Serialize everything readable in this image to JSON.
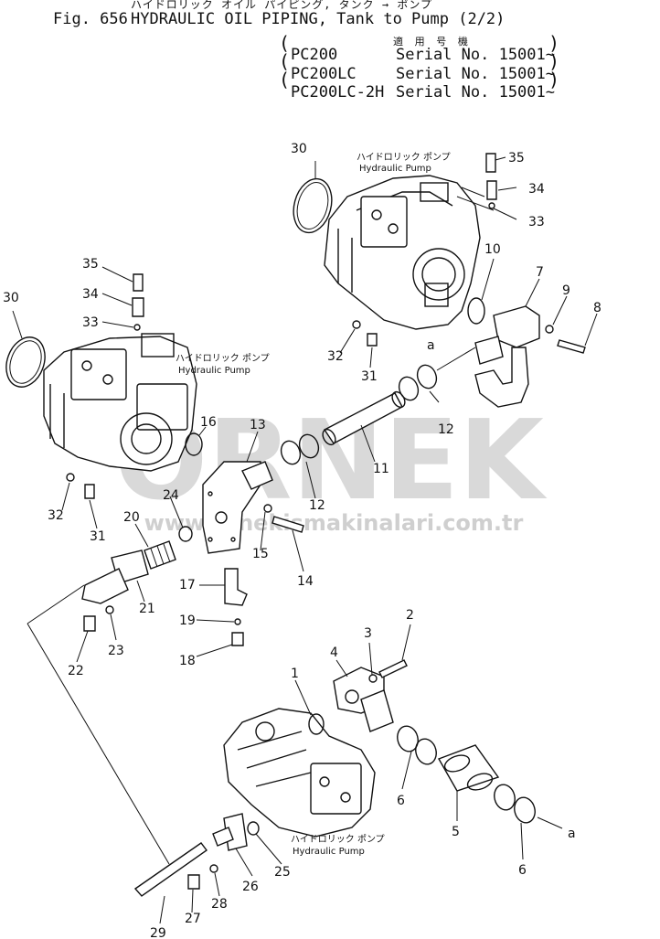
{
  "header": {
    "japanese_title": "ハイドロリック オイル パイピング, タンク → ポンプ",
    "figure_number": "Fig. 656",
    "title": "HYDRAULIC OIL PIPING, Tank to Pump (2/2)",
    "applicability_label_jp": "適 用 号 機",
    "applicability": [
      {
        "model": "PC200",
        "serial": "Serial No. 15001~"
      },
      {
        "model": "PC200LC",
        "serial": "Serial No. 15001~"
      },
      {
        "model": "PC200LC-2H",
        "serial": "Serial No. 15001~"
      }
    ]
  },
  "pump_labels": [
    {
      "jp": "ハイドロリック ポンプ",
      "en": "Hydraulic Pump"
    },
    {
      "jp": "ハイドロリック ポンプ",
      "en": "Hydraulic Pump"
    },
    {
      "jp": "ハイドロリック ポンプ",
      "en": "Hydraulic Pump"
    }
  ],
  "callouts": [
    "30",
    "35",
    "34",
    "33",
    "10",
    "7",
    "9",
    "8",
    "32",
    "31",
    "a",
    "12",
    "11",
    "35",
    "34",
    "33",
    "30",
    "16",
    "13",
    "32",
    "31",
    "24",
    "20",
    "15",
    "14",
    "12",
    "17",
    "19",
    "18",
    "21",
    "22",
    "23",
    "2",
    "3",
    "4",
    "1",
    "6",
    "5",
    "6",
    "a",
    "25",
    "26",
    "27",
    "28",
    "29"
  ],
  "watermark": {
    "brand": "ORNEK",
    "url": "www.ornekismakinalari.com.tr",
    "color": "#d6d6d6"
  }
}
